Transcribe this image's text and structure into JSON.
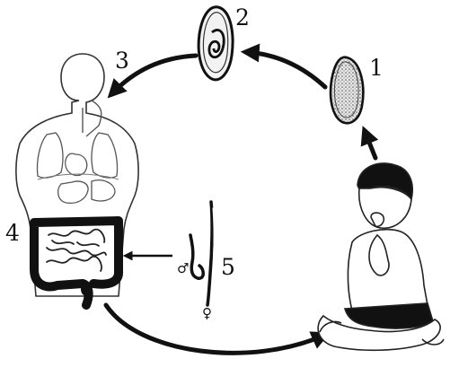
{
  "diagram": {
    "stages": [
      {
        "id": "egg",
        "label": "1"
      },
      {
        "id": "embryonated-egg",
        "label": "2"
      },
      {
        "id": "ingestion",
        "label": "3"
      },
      {
        "id": "intestine",
        "label": "4"
      },
      {
        "id": "adult-worms",
        "label": "5"
      }
    ],
    "symbols": {
      "male": "♂",
      "female": "♀"
    }
  }
}
